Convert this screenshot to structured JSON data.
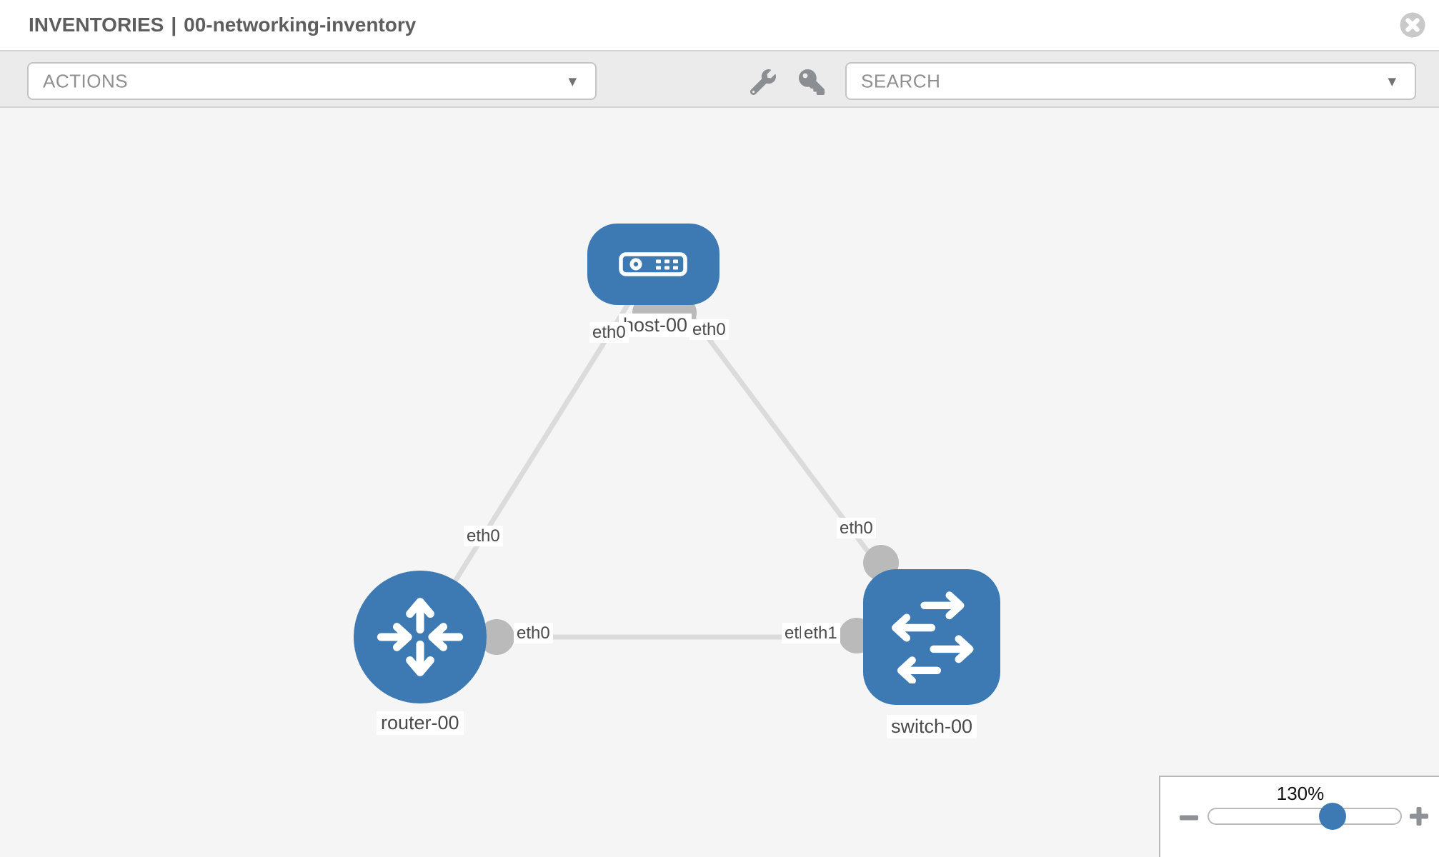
{
  "header": {
    "breadcrumb": "INVENTORIES",
    "separator": "|",
    "inventory_name": "00-networking-inventory"
  },
  "toolbar": {
    "actions_label": "ACTIONS",
    "search_placeholder": "SEARCH"
  },
  "icons": {
    "actions_caret": "▼",
    "search_caret": "▼"
  },
  "colors": {
    "node_blue": "#3d7ab4",
    "link_gray": "#dbdbdb",
    "endpoint_gray": "#bababa",
    "toolbar_bg": "#ebebeb",
    "canvas_bg": "#f5f5f6",
    "title_text": "#5e5e5e"
  },
  "topology": {
    "nodes": [
      {
        "id": "host-00",
        "type": "host",
        "label": "host-00"
      },
      {
        "id": "router-00",
        "type": "router",
        "label": "router-00"
      },
      {
        "id": "switch-00",
        "type": "switch",
        "label": "switch-00"
      }
    ],
    "links": [
      {
        "from": "host-00",
        "to": "router-00",
        "from_if": "eth0",
        "to_if": "eth0"
      },
      {
        "from": "host-00",
        "to": "switch-00",
        "from_if": "eth0",
        "to_if": "eth0"
      },
      {
        "from": "router-00",
        "to": "switch-00",
        "from_if": "eth0",
        "to_if": "eth1"
      }
    ],
    "overlapped_label": "eth0"
  },
  "zoom_control": {
    "value": "130%",
    "percent": 64
  }
}
